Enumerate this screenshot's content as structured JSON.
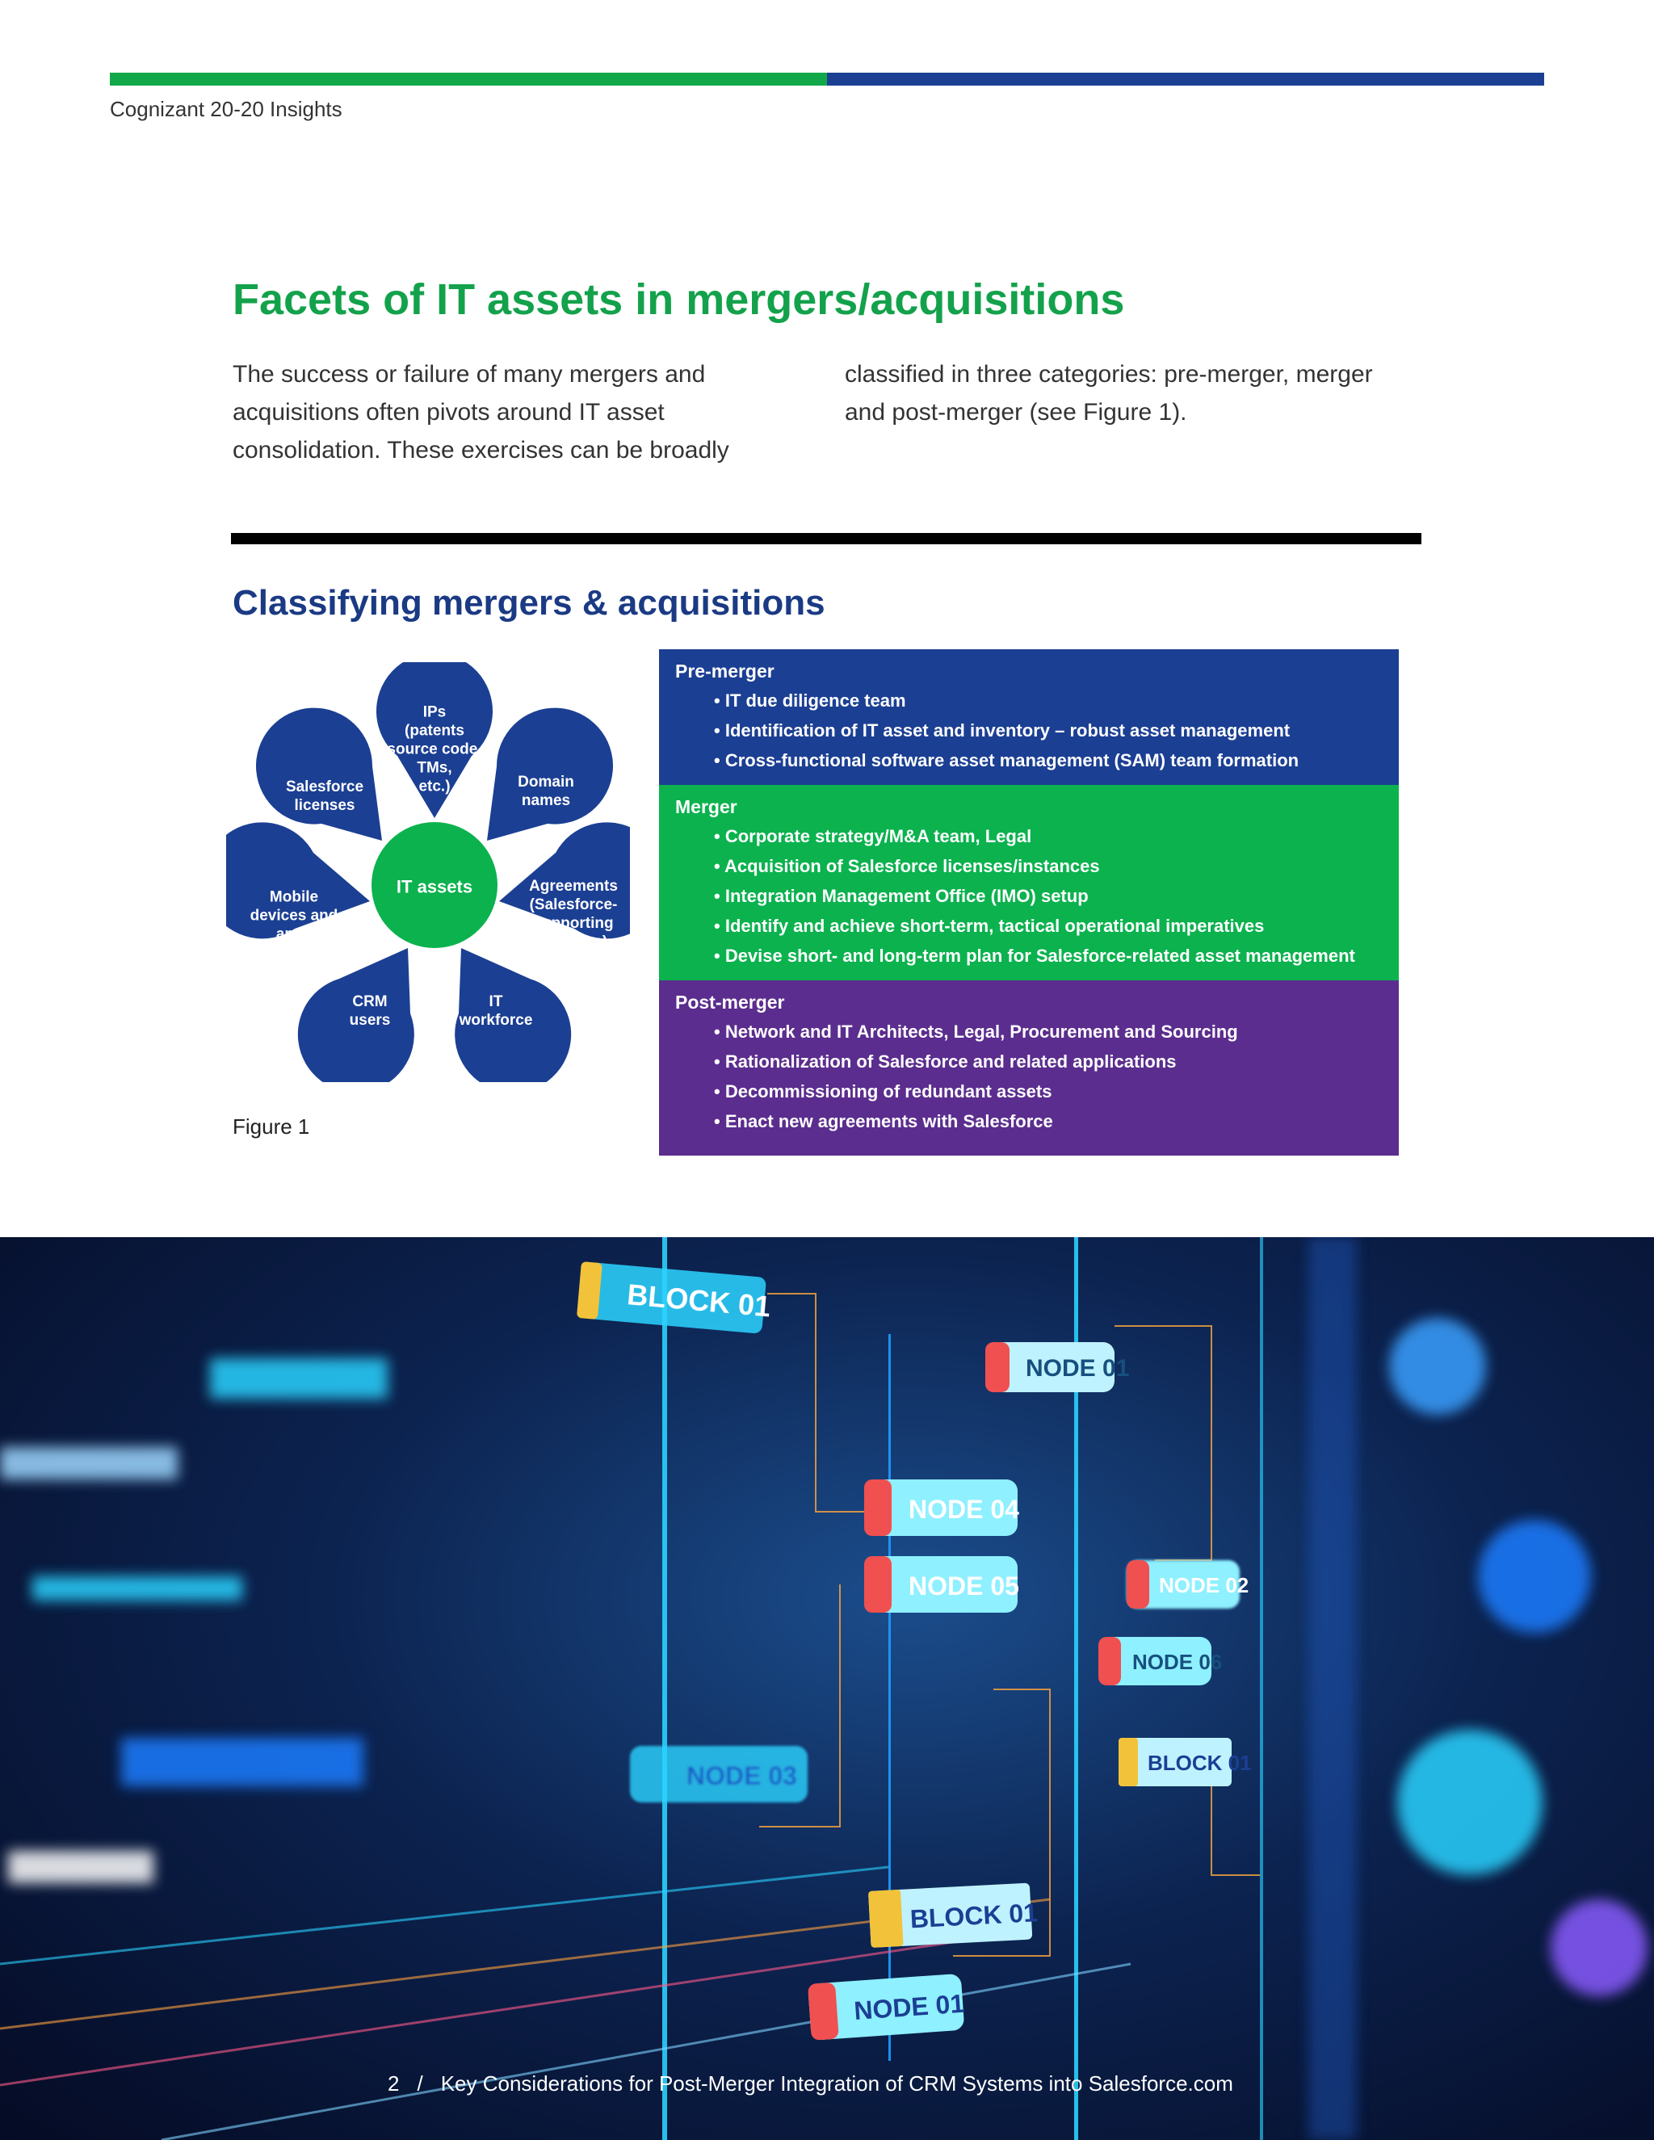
{
  "header": {
    "brand": "Cognizant 20-20 Insights"
  },
  "main": {
    "title": "Facets of IT assets in mergers/acquisitions",
    "intro_left": "The success or failure of many mergers and acquisitions often pivots around IT asset consolidation. These exercises can be broadly",
    "intro_right": "classified in three categories: pre-merger, merger and post-merger (see Figure 1).",
    "section_title": "Classifying mergers & acquisitions"
  },
  "diagram": {
    "center": "IT assets",
    "petals": [
      "IPs\n(patents\nsource code,\nTMs,\netc.)",
      "Domain\nnames",
      "Agreements\n(Salesforce-\nsupporting\nsoftware)",
      "IT\nworkforce",
      "CRM\nusers",
      "Mobile\ndevices and\napps",
      "Salesforce\nlicenses"
    ],
    "caption": "Figure 1",
    "colors": {
      "petal": "#1b3f93",
      "center": "#0bb24e"
    }
  },
  "table": {
    "pre": {
      "title": "Pre-merger",
      "items": [
        "IT due diligence team",
        "Identification of IT asset and inventory – robust asset management",
        "Cross-functional software asset management (SAM) team formation"
      ]
    },
    "merger": {
      "title": "Merger",
      "items": [
        "Corporate strategy/M&A team, Legal",
        "Acquisition of Salesforce licenses/instances",
        "Integration Management Office (IMO) setup",
        "Identify and achieve short-term, tactical operational imperatives",
        "Devise short- and long-term plan for Salesforce-related asset management"
      ]
    },
    "post": {
      "title": "Post-merger",
      "items": [
        "Network and IT Architects, Legal, Procurement and Sourcing",
        "Rationalization of Salesforce and related applications",
        "Decommissioning of redundant assets",
        "Enact new agreements with Salesforce"
      ]
    }
  },
  "photo": {
    "labels": [
      "BLOCK 01",
      "NODE 01",
      "NODE 04",
      "NODE 05",
      "NODE 02",
      "NODE 06",
      "BLOCK 01",
      "NODE 03",
      "BLOCK 01",
      "NODE 01"
    ]
  },
  "footer": {
    "page": "2",
    "separator": "/",
    "title": "Key Considerations for Post-Merger Integration of CRM Systems into Salesforce.com"
  }
}
